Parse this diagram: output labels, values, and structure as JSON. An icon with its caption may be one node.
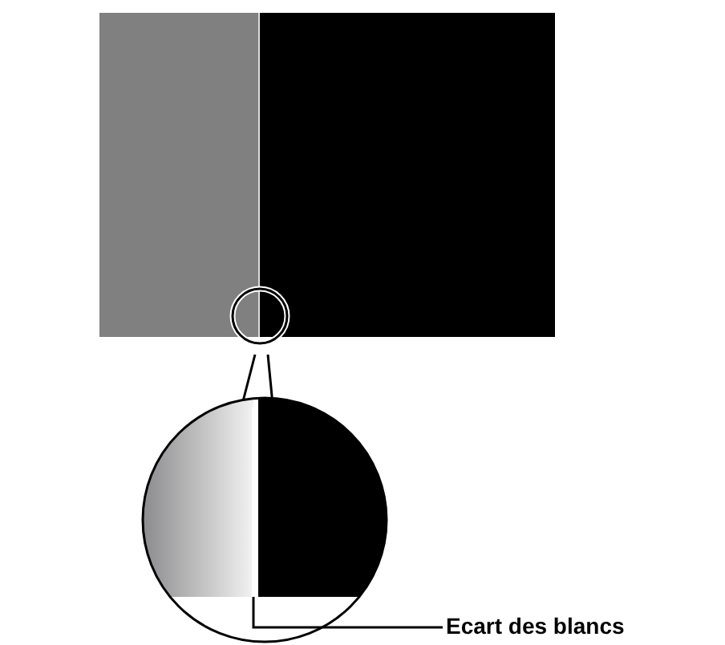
{
  "diagram": {
    "nodes": [
      {
        "text": [
          "Ecart des blancs"
        ]
      },
      {
        "text": [],
        "shape": "bar"
      }
    ],
    "edges": [
      {
        "from": 0,
        "to": 1,
        "arrow": "none"
      }
    ]
  }
}
